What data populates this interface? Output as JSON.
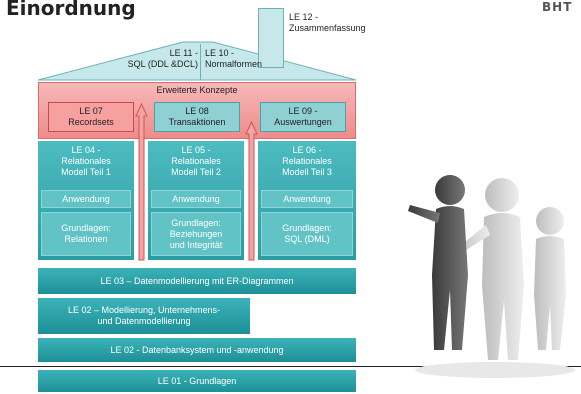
{
  "title": "Einordnung",
  "logo": "BHT",
  "le12": [
    "LE 12 -",
    "Zusammenfassung"
  ],
  "le11": [
    "LE 11 -",
    "SQL (DDL &DCL)"
  ],
  "le10": [
    "LE 10 -",
    "Normalformen"
  ],
  "advanced": {
    "heading": "Erweiterte Konzepte",
    "le07": [
      "LE 07",
      "Recordsets"
    ],
    "le08": [
      "LE 08",
      "Transaktionen"
    ],
    "le09": [
      "LE 09 -",
      "Auswertungen"
    ]
  },
  "columns": [
    {
      "title": [
        "LE 04 -",
        "Relationales",
        "Modell Teil 1"
      ],
      "anwendung": "Anwendung",
      "grundlagen": [
        "Grundlagen:",
        "Relationen"
      ]
    },
    {
      "title": [
        "LE 05 -",
        "Relationales",
        "Modell Teil 2"
      ],
      "anwendung": "Anwendung",
      "grundlagen": [
        "Grundlagen:",
        "Beziehungen",
        "und Integrität"
      ]
    },
    {
      "title": [
        "LE 06 -",
        "Relationales",
        "Modell Teil 3"
      ],
      "anwendung": "Anwendung",
      "grundlagen": [
        "Grundlagen:",
        "SQL (DML)"
      ]
    }
  ],
  "le03": "LE 03 – Datenmodellierung mit ER-Diagrammen",
  "le02a": [
    "LE 02 – Modellierung, Unternehmens-",
    "und Datenmodellierung"
  ],
  "le02b": "LE 02 - Datenbanksystem und -anwendung",
  "le01": "LE 01 - Grundlagen",
  "colors": {
    "teal": "#2a9ca2",
    "pink": "#ef8b8b",
    "roof": "#c6e8ea"
  }
}
